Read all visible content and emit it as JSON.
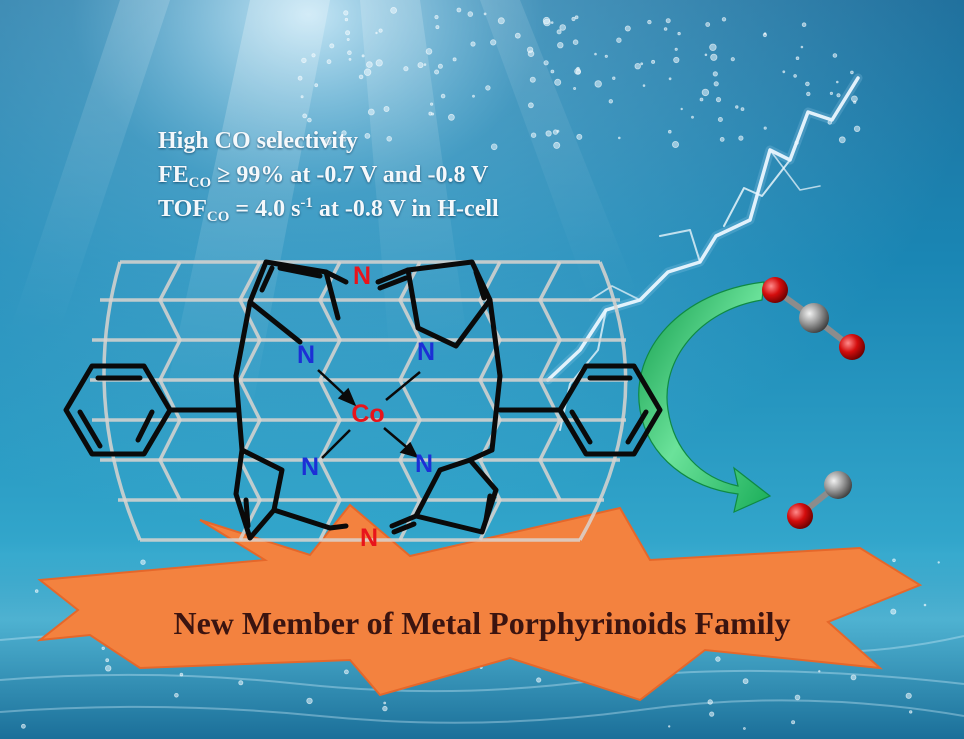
{
  "claims": {
    "line1": "High CO selectivity",
    "line2": {
      "prefix": "FE",
      "sub": "CO",
      "rest": " ≥ 99% at -0.7 V and -0.8 V"
    },
    "line3": {
      "prefix": "TOF",
      "sub": "CO",
      "mid": " = 4.0 s",
      "sup": "-1",
      "rest": " at -0.8 V in H-cell"
    }
  },
  "atoms": {
    "bridge_n_top": "N",
    "bridge_n_bottom": "N",
    "pyrrole_n": "N",
    "metal": "Co"
  },
  "banner": "New Member of Metal Porphyrinoids Family",
  "colors": {
    "nitrogen": "#1c2fd6",
    "bridge_nitrogen": "#e8141b",
    "cobalt": "#e8141b",
    "bond": "#0a0a0a",
    "banner": "#f3823f",
    "arrow_green": "#30c46a",
    "oxygen": "#d40d0d",
    "carbon": "#8a8a8a"
  },
  "icons": {
    "lightning": "lightning-bolt-icon",
    "co2_molecule": "carbon-dioxide-molecule-icon",
    "co_molecule": "carbon-monoxide-molecule-icon",
    "conversion_arrow": "curved-arrow-icon"
  }
}
